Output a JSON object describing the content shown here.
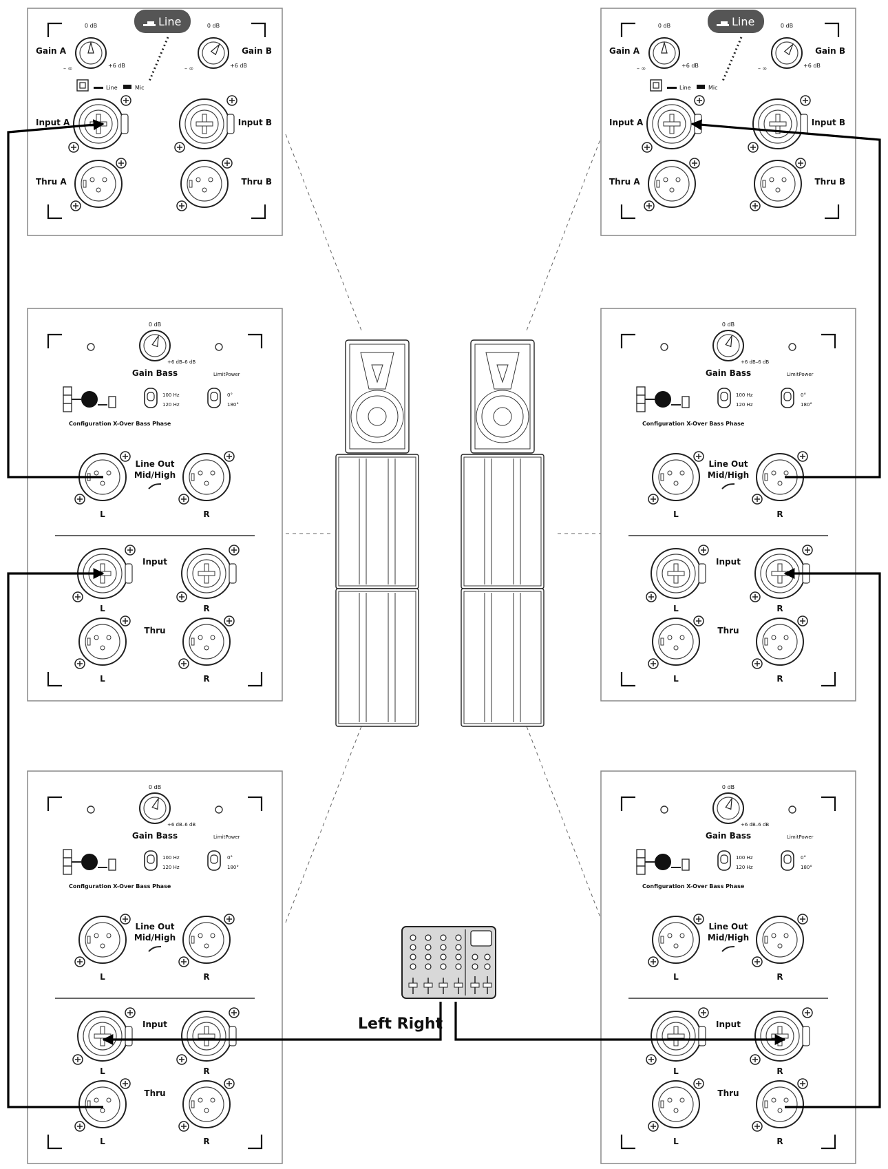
{
  "top_panel": {
    "badge": "Line",
    "gain_a": "Gain A",
    "gain_b": "Gain B",
    "zero_db": "0 dB",
    "plus_db": "+6 dB",
    "minus_inf": "– ∞",
    "switch_line": "Line",
    "switch_mic": "Mic",
    "input_a": "Input A",
    "input_b": "Input B",
    "thru_a": "Thru A",
    "thru_b": "Thru B"
  },
  "sub_panel": {
    "zero_db": "0 dB",
    "range_db": "+6 dB–6 dB",
    "gain_bass": "Gain Bass",
    "limit_power": "LimitPower",
    "freq_100": "100 Hz",
    "freq_120": "120 Hz",
    "phase_0": "0°",
    "phase_180": "180°",
    "switches_label": "Configuration X-Over Bass Phase",
    "line_out_1": "Line Out",
    "line_out_2": "Mid/High",
    "left": "L",
    "right": "R",
    "input": "Input",
    "thru": "Thru"
  },
  "mixer": {
    "left_right": "Left Right"
  },
  "colors": {
    "cable": "#000000",
    "panel_border": "#888888",
    "badge": "#555555"
  }
}
